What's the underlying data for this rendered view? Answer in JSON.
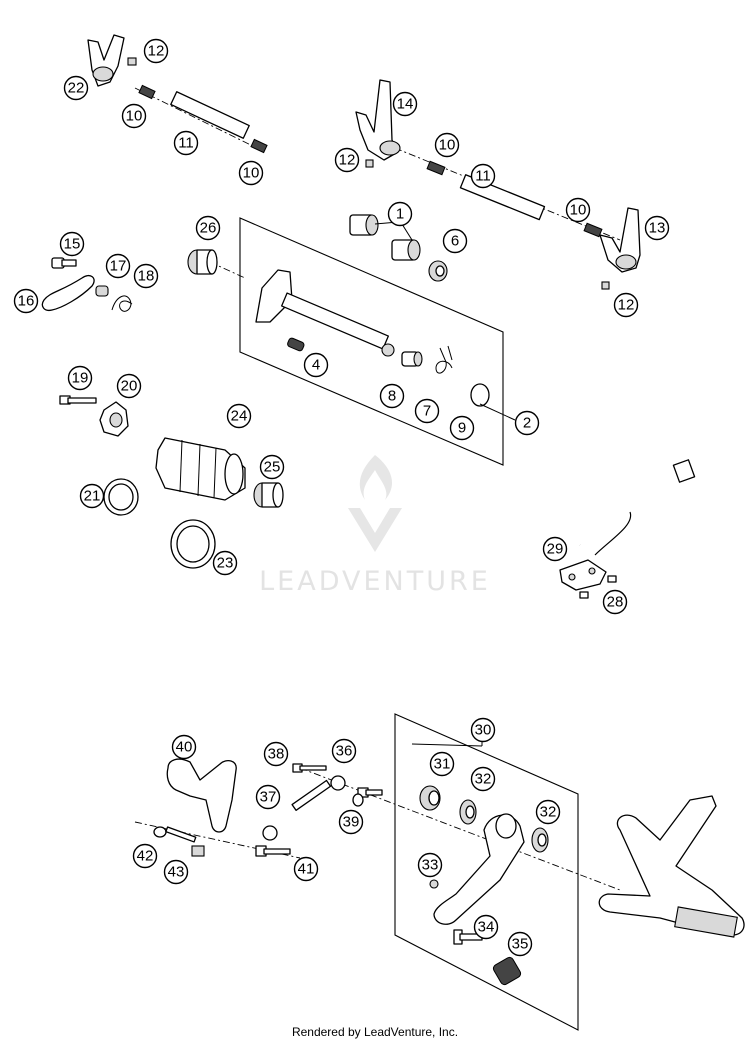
{
  "watermark": {
    "brand": "LEADVENTURE"
  },
  "footer": {
    "credit": "Rendered by LeadVenture, Inc."
  },
  "callouts": [
    "1",
    "2",
    "4",
    "6",
    "7",
    "8",
    "9",
    "10",
    "11",
    "12",
    "13",
    "14",
    "15",
    "16",
    "17",
    "18",
    "19",
    "20",
    "21",
    "22",
    "23",
    "24",
    "25",
    "26",
    "28",
    "29",
    "30",
    "31",
    "32",
    "33",
    "34",
    "35",
    "36",
    "37",
    "38",
    "39",
    "40",
    "41",
    "42",
    "43"
  ]
}
